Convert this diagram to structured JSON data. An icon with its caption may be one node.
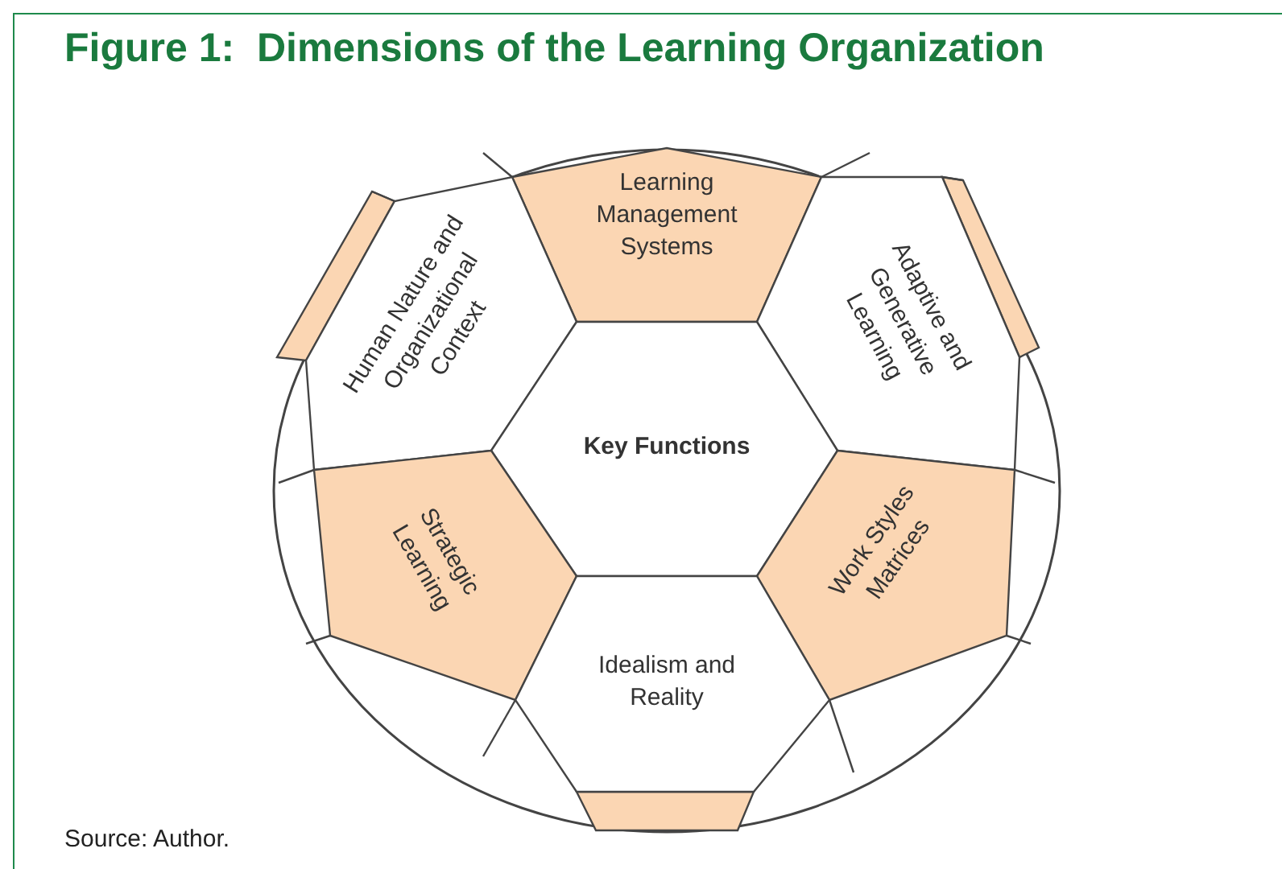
{
  "diagram": {
    "title": "Figure 1:  Dimensions of the Learning Organization",
    "caption": "Source: Author.",
    "nodes": [
      {
        "text": [
          "Learning Management Systems"
        ]
      },
      {
        "text": [
          "Human Nature and Organizational Context"
        ]
      },
      {
        "text": [
          "Adaptive and Generative Learning"
        ]
      },
      {
        "text": [
          "Key Functions"
        ]
      },
      {
        "text": [
          "Strategic Learning"
        ]
      },
      {
        "text": [
          "Work Styles Matrices"
        ]
      },
      {
        "text": [
          "Idealism and Reality"
        ]
      }
    ]
  }
}
